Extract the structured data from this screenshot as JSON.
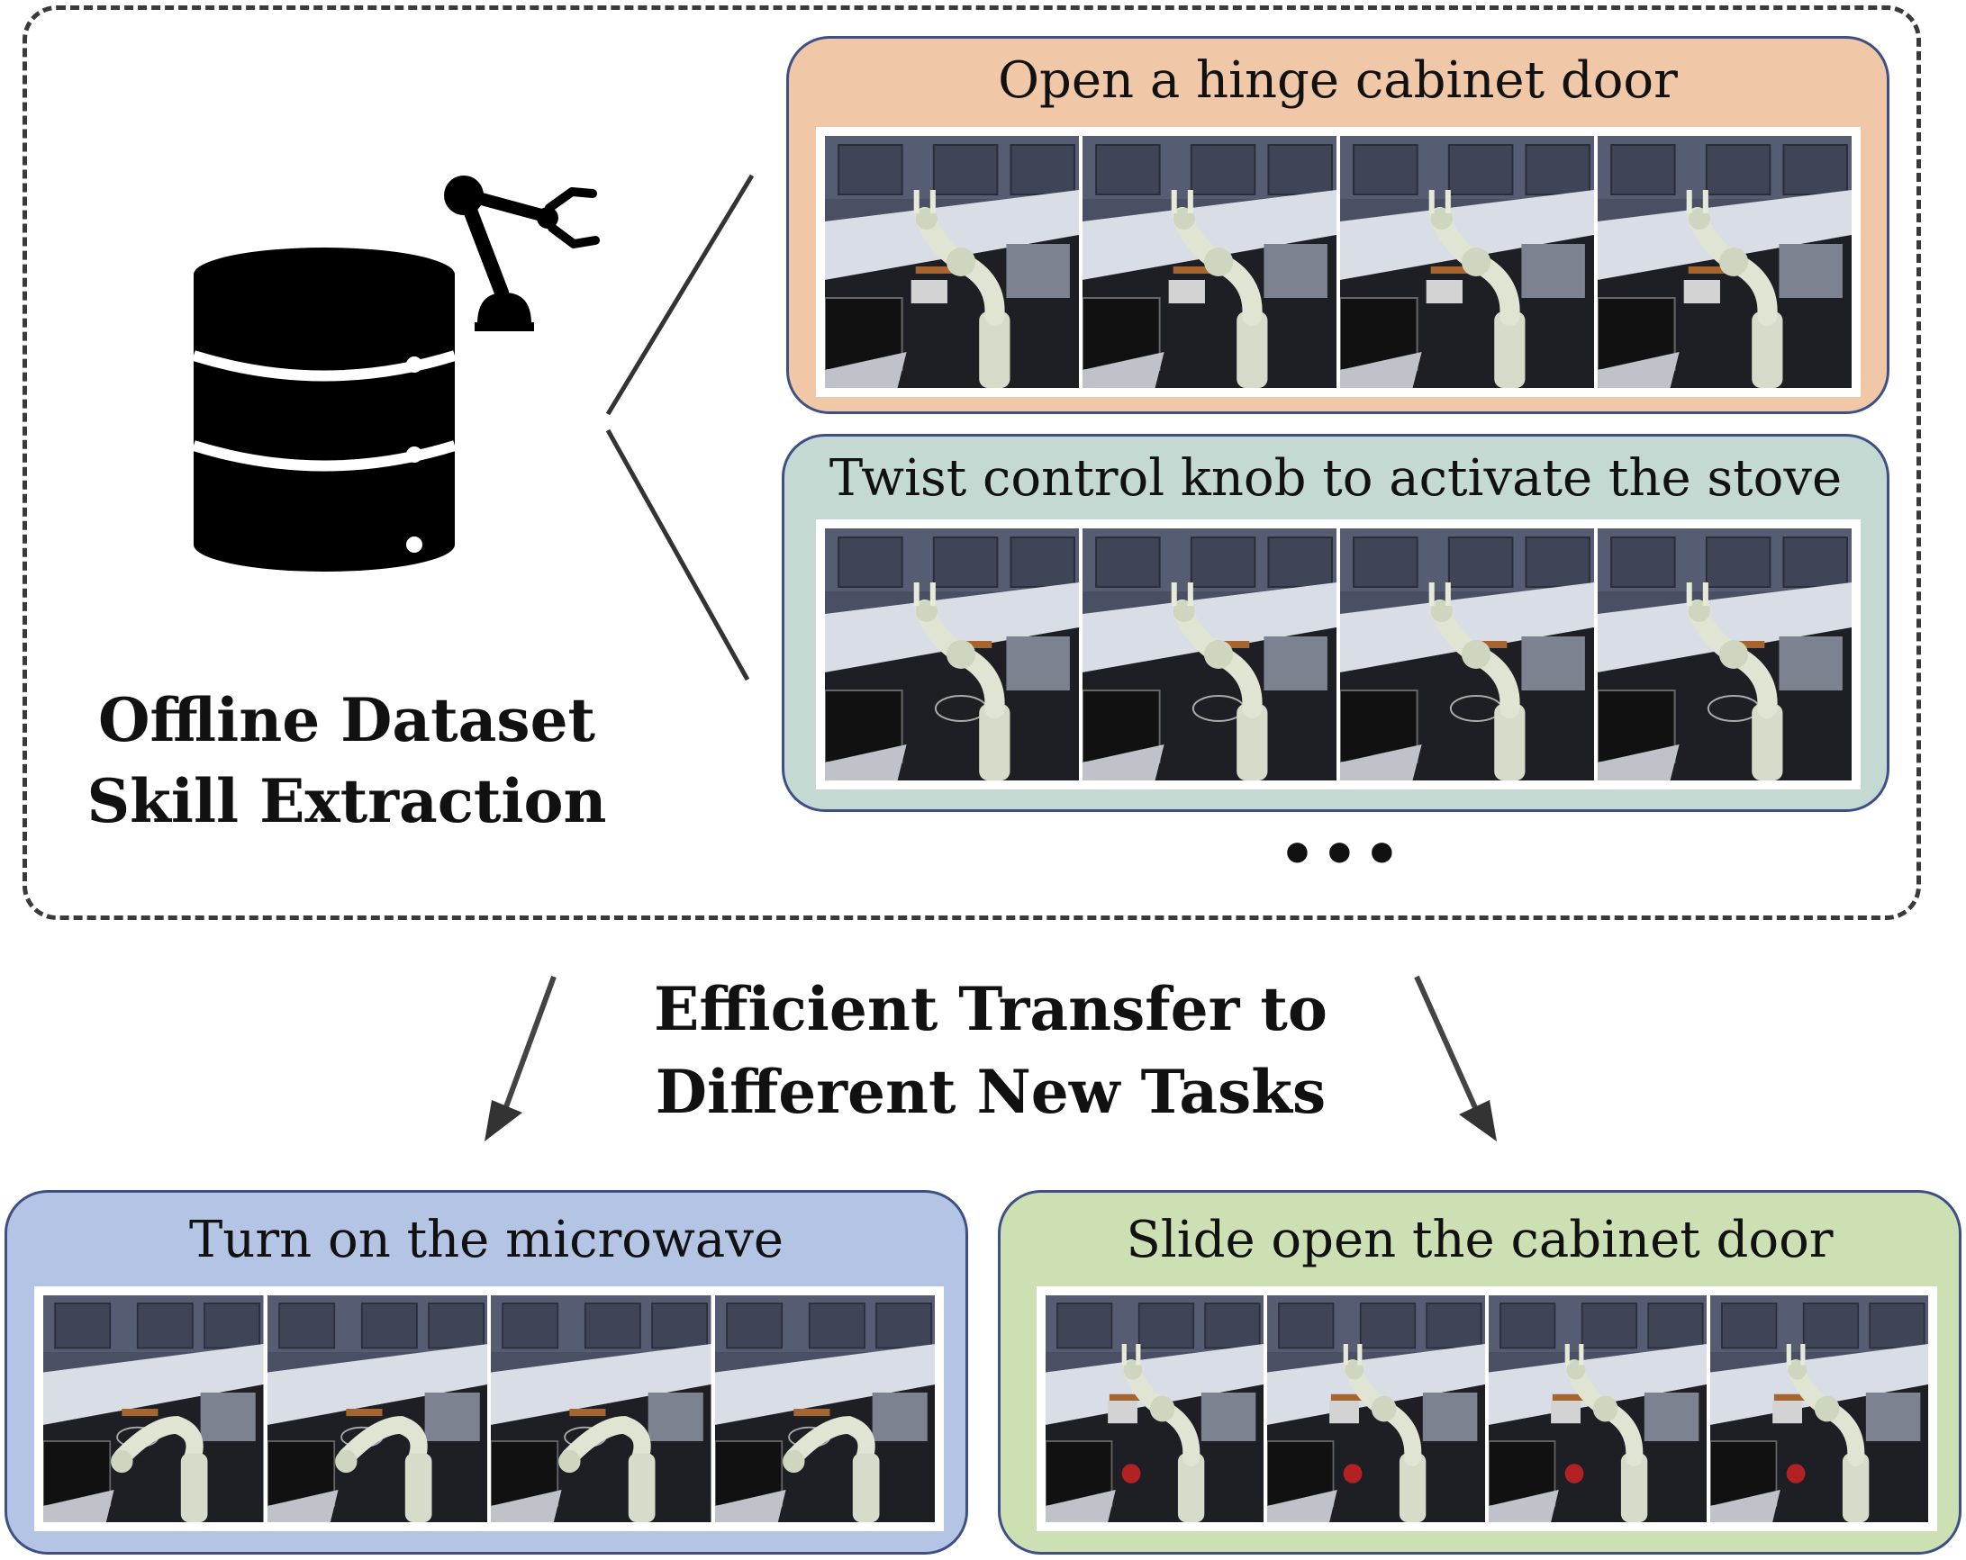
{
  "colors": {
    "panel_border": "#3d4f84",
    "top_panel_fill": "#f0c8a8",
    "second_panel_fill": "#c4d9d2",
    "left_bottom_fill": "#b4c4e4",
    "right_bottom_fill": "#cce0b4",
    "dash": "#3a3a3a"
  },
  "icons": {
    "database": "database-icon",
    "robot_arm": "robot-arm-icon"
  },
  "offline": {
    "line1": "Offline Dataset",
    "line2": "Skill Extraction"
  },
  "skills": [
    {
      "title": "Open a hinge cabinet door",
      "frames": 4
    },
    {
      "title": "Twist control knob to activate the stove",
      "frames": 4
    }
  ],
  "ellipsis": "•••",
  "transfer": {
    "line1": "Efficient Transfer to",
    "line2": "Different New Tasks"
  },
  "new_tasks": [
    {
      "title": "Turn on the microwave",
      "frames": 4
    },
    {
      "title": "Slide open the cabinet door",
      "frames": 4
    }
  ]
}
